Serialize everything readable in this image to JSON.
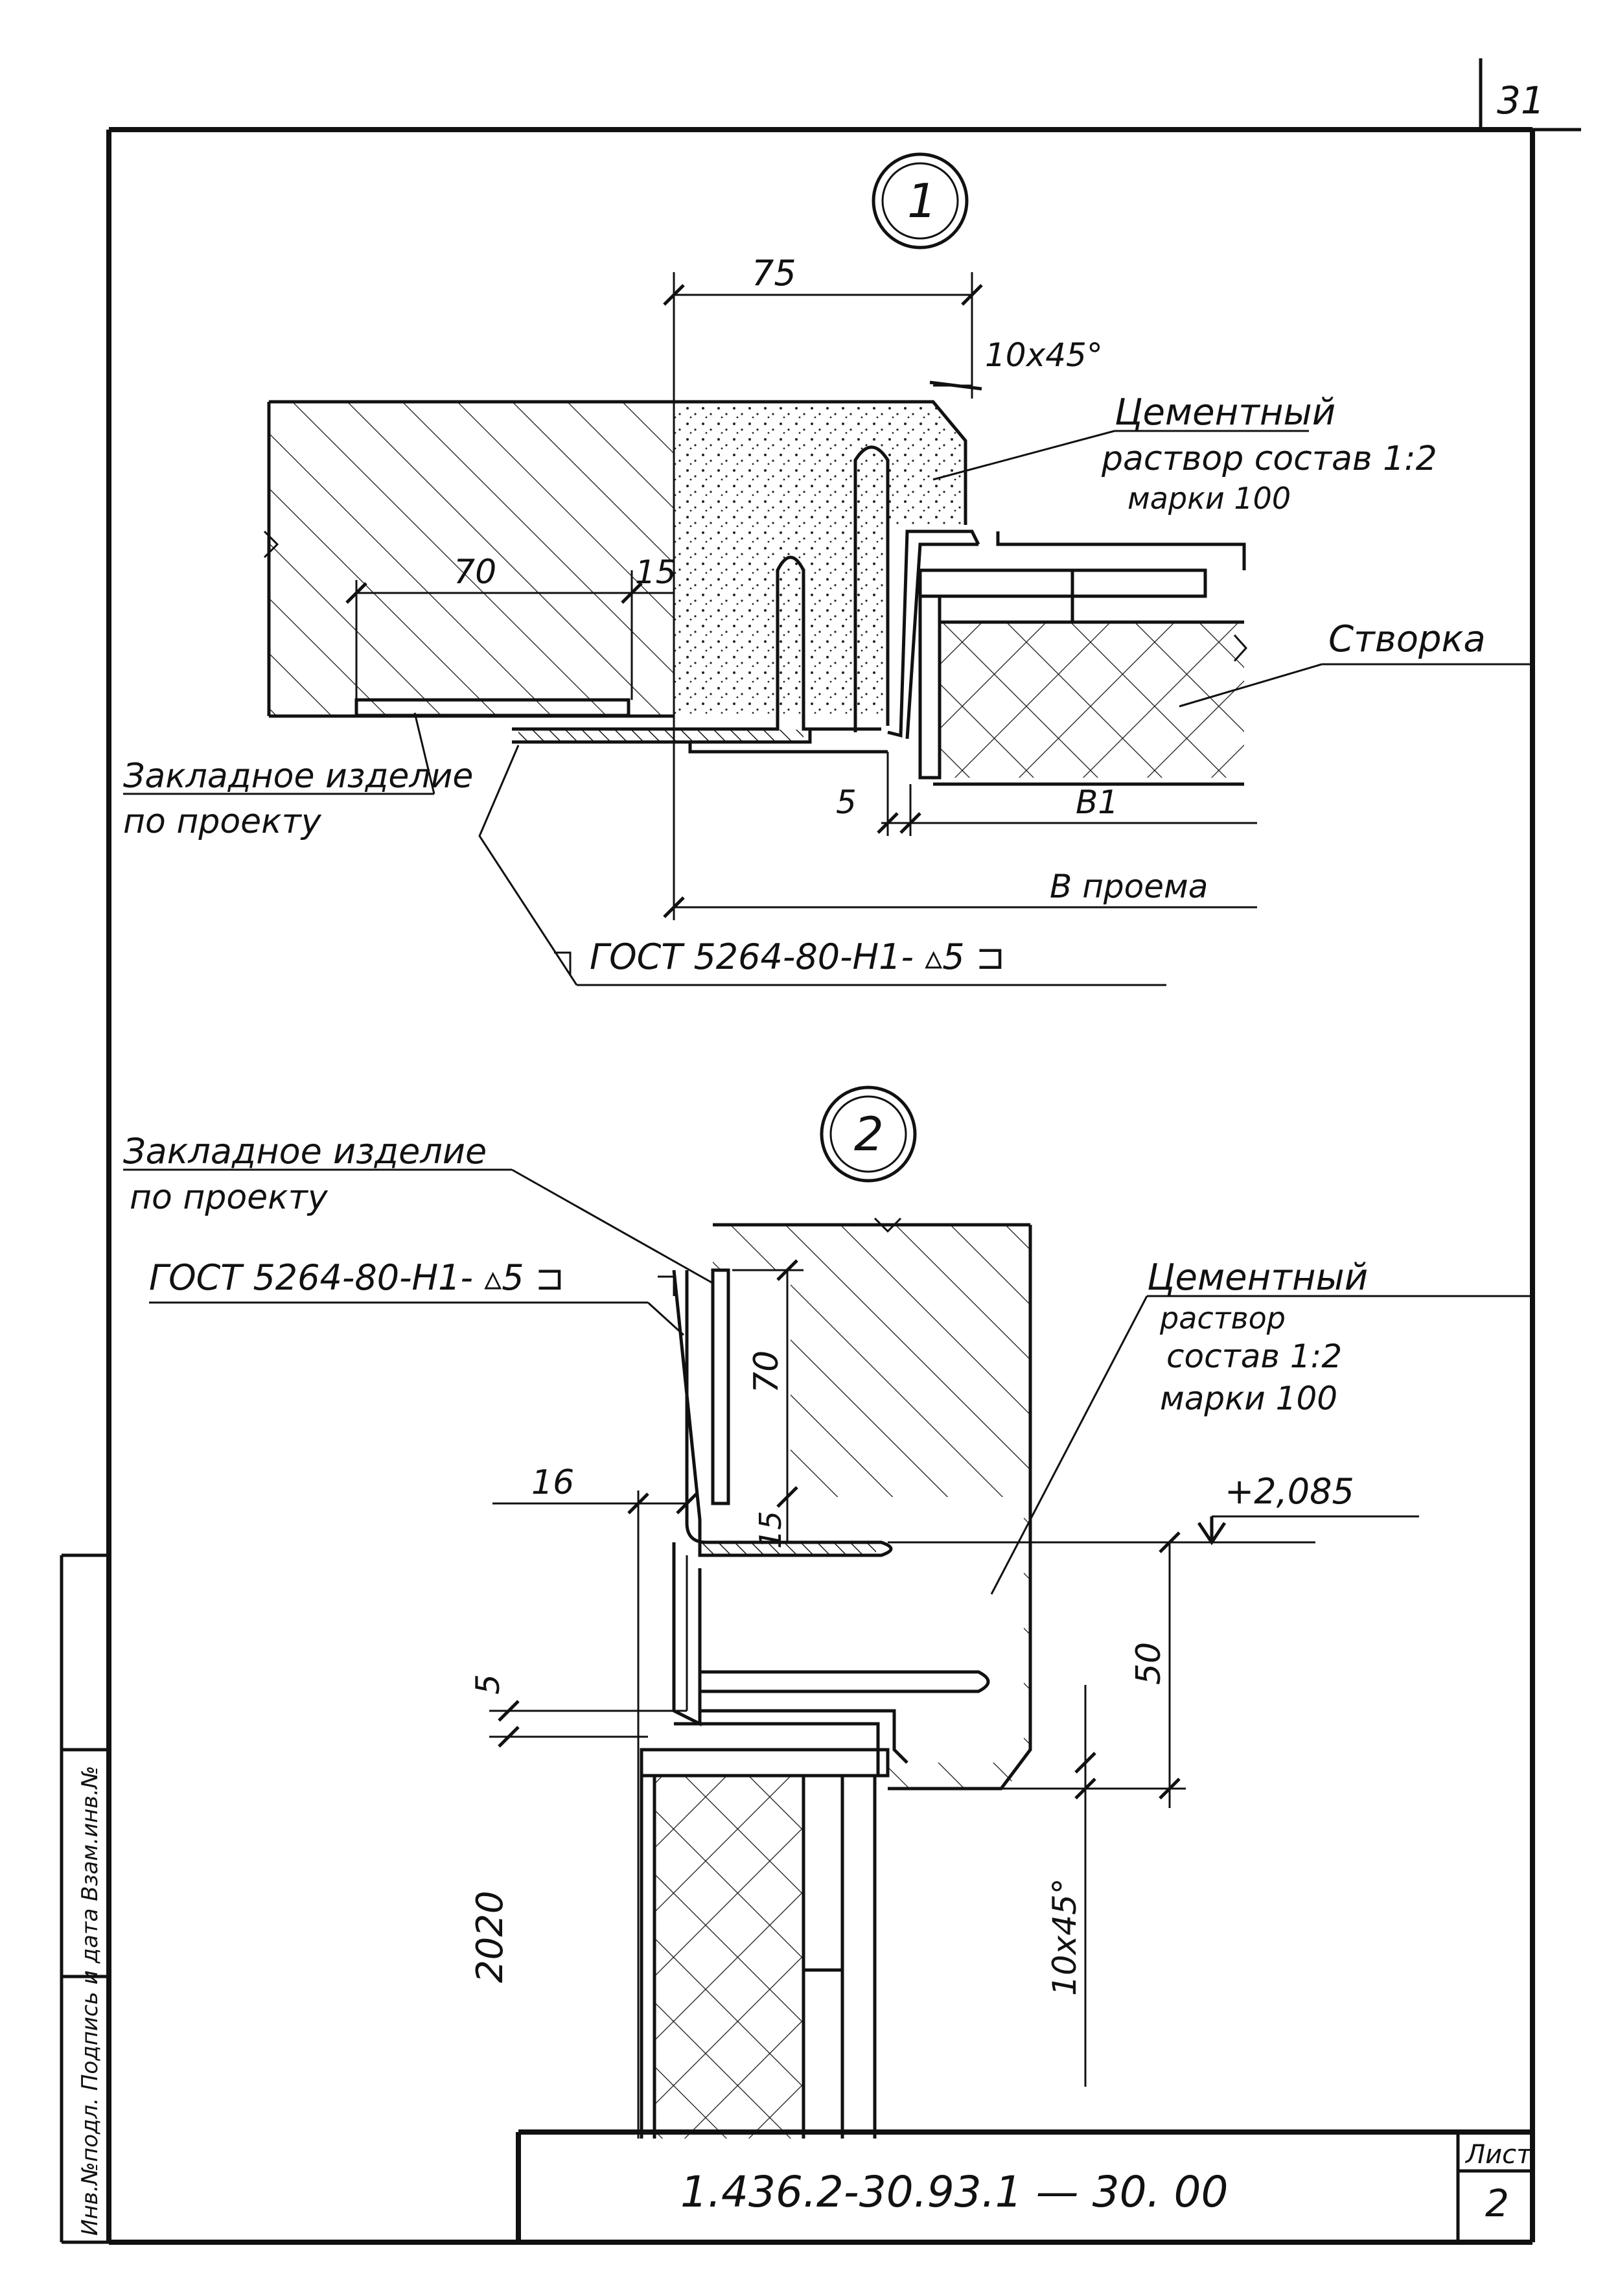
{
  "sheet": {
    "page_number": "31",
    "code": "1.436.2-30.93.1  — 30. 00",
    "sheet_label": "Лист",
    "sheet_number": "2",
    "side_stamp": "Инв.№подл.  Подпись и дата  Взам.инв.№"
  },
  "detail1": {
    "marker": "1",
    "dim_width": "75",
    "dim_chamfer": "10x45°",
    "dim_70": "70",
    "dim_15": "15",
    "dim_5": "5",
    "dim_b1": "B1",
    "dim_opening": "B проема",
    "mortar_line1": "Цементный",
    "mortar_line2": "раствор состав 1:2",
    "mortar_line3": "марки 100",
    "sash_label": "Створка",
    "embed_line1": "Закладное изделие",
    "embed_line2": "по проекту",
    "weld_spec": "ГОСТ 5264-80-Н1- ▵5 ⊐"
  },
  "detail2": {
    "marker": "2",
    "embed_line1": "Закладное изделие",
    "embed_line2": "по проекту",
    "weld_spec": "ГОСТ 5264-80-Н1- ▵5 ⊐",
    "mortar_line1": "Цементный",
    "mortar_line2": "раствор",
    "mortar_line3": "состав 1:2",
    "mortar_line4": "марки 100",
    "dim_70": "70",
    "dim_16": "16",
    "dim_15": "15",
    "dim_5": "5",
    "dim_50": "50",
    "dim_chamfer": "10x45°",
    "elevation": "+2,085",
    "dim_2020": "2020"
  }
}
